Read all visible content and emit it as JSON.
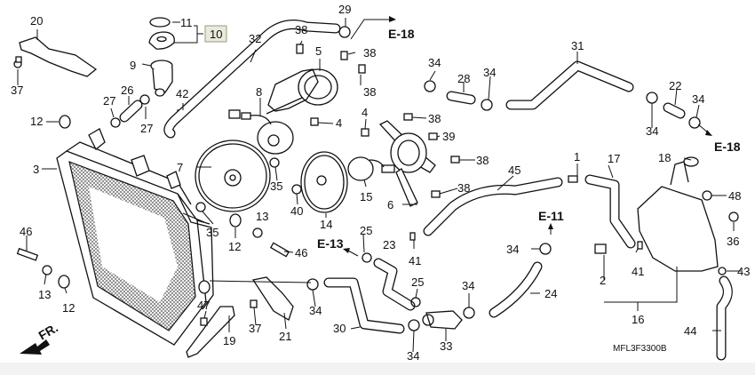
{
  "diagram": {
    "title": "Radiator parts diagram",
    "drawing_code": "MFL3F3300B",
    "front_indicator": "FR.",
    "assembly_box": {
      "label": "10",
      "fill": "#e9e9dc",
      "border": "#9a9a80",
      "children": [
        "11"
      ]
    },
    "references": [
      {
        "id": "ref-e18-top",
        "label": "E-18"
      },
      {
        "id": "ref-e18-right",
        "label": "E-18"
      },
      {
        "id": "ref-e13",
        "label": "E-13"
      },
      {
        "id": "ref-e11",
        "label": "E-11"
      }
    ],
    "callouts": [
      {
        "id": "c20",
        "label": "20"
      },
      {
        "id": "c37a",
        "label": "37"
      },
      {
        "id": "c11",
        "label": "11"
      },
      {
        "id": "c9",
        "label": "9"
      },
      {
        "id": "c26",
        "label": "26"
      },
      {
        "id": "c27a",
        "label": "27"
      },
      {
        "id": "c27b",
        "label": "27"
      },
      {
        "id": "c42",
        "label": "42"
      },
      {
        "id": "c12a",
        "label": "12"
      },
      {
        "id": "c32",
        "label": "32"
      },
      {
        "id": "c29",
        "label": "29"
      },
      {
        "id": "c38a",
        "label": "38"
      },
      {
        "id": "c5",
        "label": "5"
      },
      {
        "id": "c38b",
        "label": "38"
      },
      {
        "id": "c38c",
        "label": "38"
      },
      {
        "id": "c8",
        "label": "8"
      },
      {
        "id": "c4a",
        "label": "4"
      },
      {
        "id": "c4b",
        "label": "4"
      },
      {
        "id": "c38d",
        "label": "38"
      },
      {
        "id": "c39",
        "label": "39"
      },
      {
        "id": "c38e",
        "label": "38"
      },
      {
        "id": "c38f",
        "label": "38"
      },
      {
        "id": "c34a",
        "label": "34"
      },
      {
        "id": "c28",
        "label": "28"
      },
      {
        "id": "c34b",
        "label": "34"
      },
      {
        "id": "c31",
        "label": "31"
      },
      {
        "id": "c22",
        "label": "22"
      },
      {
        "id": "c34c",
        "label": "34"
      },
      {
        "id": "c34d",
        "label": "34"
      },
      {
        "id": "c3",
        "label": "3"
      },
      {
        "id": "c7",
        "label": "7"
      },
      {
        "id": "c35a",
        "label": "35"
      },
      {
        "id": "c35b",
        "label": "35"
      },
      {
        "id": "c12b",
        "label": "12"
      },
      {
        "id": "c13a",
        "label": "13"
      },
      {
        "id": "c40",
        "label": "40"
      },
      {
        "id": "c14",
        "label": "14"
      },
      {
        "id": "c15",
        "label": "15"
      },
      {
        "id": "c6",
        "label": "6"
      },
      {
        "id": "c46a",
        "label": "46"
      },
      {
        "id": "c13b",
        "label": "13"
      },
      {
        "id": "c12c",
        "label": "12"
      },
      {
        "id": "c46b",
        "label": "46"
      },
      {
        "id": "c25a",
        "label": "25"
      },
      {
        "id": "c23",
        "label": "23"
      },
      {
        "id": "c41a",
        "label": "41"
      },
      {
        "id": "c45",
        "label": "45"
      },
      {
        "id": "c1",
        "label": "1"
      },
      {
        "id": "c17",
        "label": "17"
      },
      {
        "id": "c18",
        "label": "18"
      },
      {
        "id": "c48",
        "label": "48"
      },
      {
        "id": "c36",
        "label": "36"
      },
      {
        "id": "c34e",
        "label": "34"
      },
      {
        "id": "c41b",
        "label": "41"
      },
      {
        "id": "c2",
        "label": "2"
      },
      {
        "id": "c43",
        "label": "43"
      },
      {
        "id": "c24",
        "label": "24"
      },
      {
        "id": "c16",
        "label": "16"
      },
      {
        "id": "c44",
        "label": "44"
      },
      {
        "id": "c47",
        "label": "47"
      },
      {
        "id": "c19",
        "label": "19"
      },
      {
        "id": "c37b",
        "label": "37"
      },
      {
        "id": "c21",
        "label": "21"
      },
      {
        "id": "c34f",
        "label": "34"
      },
      {
        "id": "c30",
        "label": "30"
      },
      {
        "id": "c25b",
        "label": "25"
      },
      {
        "id": "c34g",
        "label": "34"
      },
      {
        "id": "c34h",
        "label": "34"
      },
      {
        "id": "c33",
        "label": "33"
      }
    ]
  }
}
